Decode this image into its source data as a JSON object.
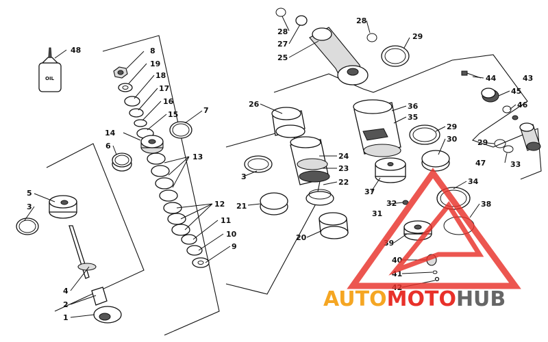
{
  "part_labels": {
    "p1": "1",
    "p2": "2",
    "p3a": "3",
    "p3b": "3",
    "p4": "4",
    "p5": "5",
    "p6": "6",
    "p7": "7",
    "p8": "8",
    "p9": "9",
    "p10": "10",
    "p11": "11",
    "p12": "12",
    "p13": "13",
    "p14": "14",
    "p15": "15",
    "p16": "16",
    "p17": "17",
    "p18": "18",
    "p19": "19",
    "p20": "20",
    "p21": "21",
    "p22": "22",
    "p23": "23",
    "p24": "24",
    "p25": "25",
    "p26": "26",
    "p27": "27",
    "p28a": "28",
    "p28b": "28",
    "p29a": "29",
    "p29b": "29",
    "p29c": "29",
    "p30": "30",
    "p31": "31",
    "p32": "32",
    "p33": "33",
    "p34": "34",
    "p35": "35",
    "p36": "36",
    "p37": "37",
    "p38": "38",
    "p39": "39",
    "p40": "40",
    "p41": "41",
    "p42": "42",
    "p43": "43",
    "p44": "44",
    "p45": "45",
    "p46": "46",
    "p47": "47",
    "p48": "48"
  },
  "oil_bottle": {
    "label": "OIL"
  },
  "watermark": {
    "part1": "AUTO",
    "part2": "MOTO",
    "part3": "HUB",
    "color1": "#f5a623",
    "color2": "#e8312a",
    "color3": "#666666",
    "triangle_color": "#e8312a"
  }
}
